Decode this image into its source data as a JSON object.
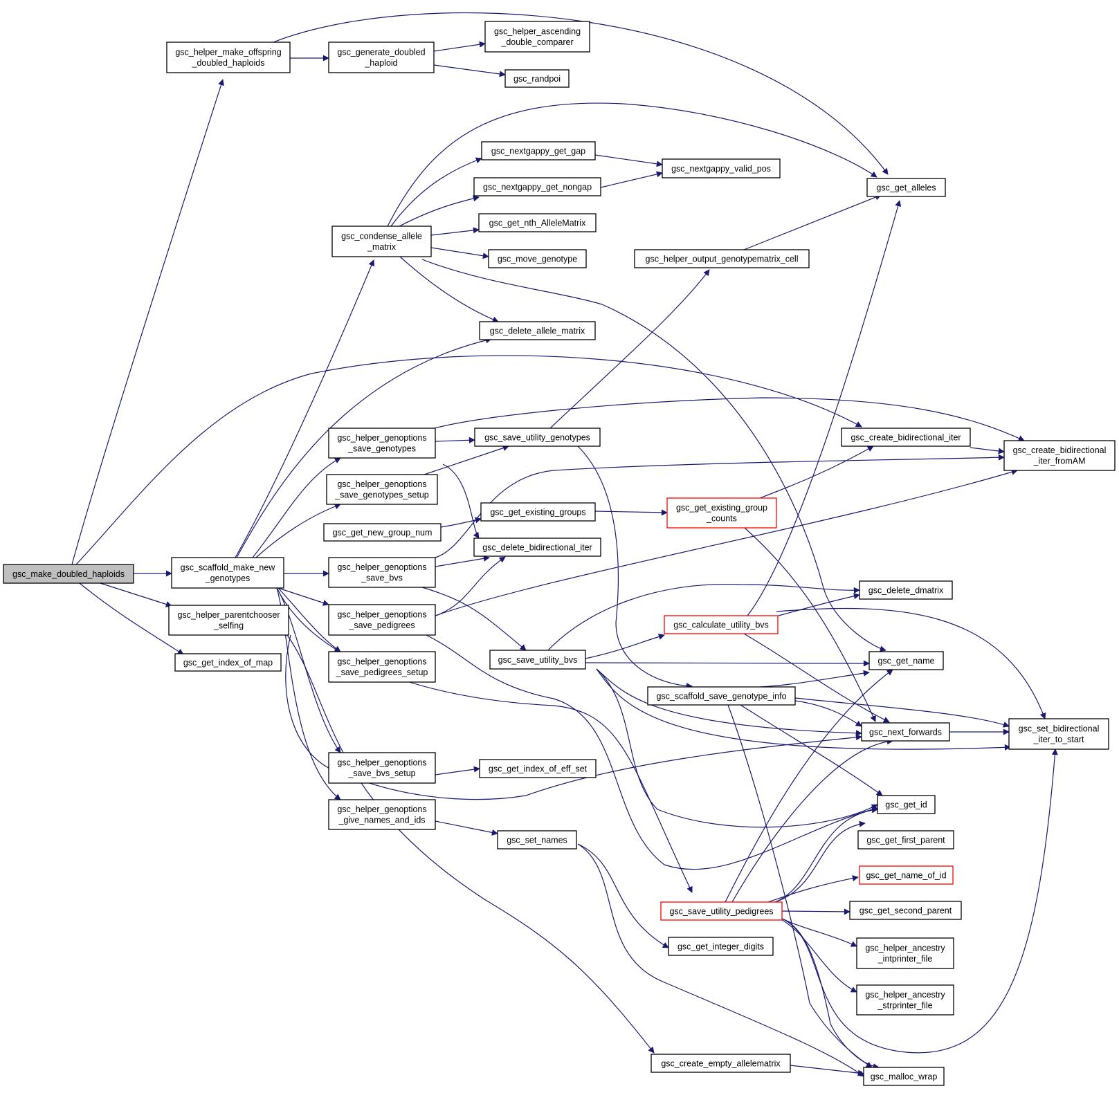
{
  "colors": {
    "edge": "#191970",
    "node_border": "#000000",
    "node_border_highlight": "#ff0000",
    "node_fill": "#ffffff",
    "root_fill": "#bfbfbf"
  },
  "nodes": [
    {
      "id": "root",
      "lines": [
        "gsc_make_doubled_haploids"
      ],
      "style": "root"
    },
    {
      "id": "scaffold_make",
      "lines": [
        "gsc_scaffold_make_new",
        "_genotypes"
      ]
    },
    {
      "id": "helper_offspring",
      "lines": [
        "gsc_helper_make_offspring",
        "_doubled_haploids"
      ]
    },
    {
      "id": "generate_dh",
      "lines": [
        "gsc_generate_doubled",
        "_haploid"
      ]
    },
    {
      "id": "asc_cmp",
      "lines": [
        "gsc_helper_ascending",
        "_double_comparer"
      ]
    },
    {
      "id": "randpoi",
      "lines": [
        "gsc_randpoi"
      ]
    },
    {
      "id": "parentchooser",
      "lines": [
        "gsc_helper_parentchooser",
        "_selfing"
      ]
    },
    {
      "id": "index_of_map",
      "lines": [
        "gsc_get_index_of_map"
      ]
    },
    {
      "id": "condense",
      "lines": [
        "gsc_condense_allele",
        "_matrix"
      ]
    },
    {
      "id": "get_gap",
      "lines": [
        "gsc_nextgappy_get_gap"
      ]
    },
    {
      "id": "get_nongap",
      "lines": [
        "gsc_nextgappy_get_nongap"
      ]
    },
    {
      "id": "valid_pos",
      "lines": [
        "gsc_nextgappy_valid_pos"
      ]
    },
    {
      "id": "nth_am",
      "lines": [
        "gsc_get_nth_AlleleMatrix"
      ]
    },
    {
      "id": "move_geno",
      "lines": [
        "gsc_move_genotype"
      ]
    },
    {
      "id": "del_am",
      "lines": [
        "gsc_delete_allele_matrix"
      ]
    },
    {
      "id": "get_alleles",
      "lines": [
        "gsc_get_alleles"
      ]
    },
    {
      "id": "out_cell",
      "lines": [
        "gsc_helper_output_genotypematrix_cell"
      ]
    },
    {
      "id": "go_save_geno",
      "lines": [
        "gsc_helper_genoptions",
        "_save_genotypes"
      ]
    },
    {
      "id": "save_util_geno",
      "lines": [
        "gsc_save_utility_genotypes"
      ]
    },
    {
      "id": "go_save_geno_setup",
      "lines": [
        "gsc_helper_genoptions",
        "_save_genotypes_setup"
      ]
    },
    {
      "id": "new_group",
      "lines": [
        "gsc_get_new_group_num"
      ]
    },
    {
      "id": "existing_groups",
      "lines": [
        "gsc_get_existing_groups"
      ]
    },
    {
      "id": "existing_counts",
      "lines": [
        "gsc_get_existing_group",
        "_counts"
      ],
      "style": "highlight"
    },
    {
      "id": "create_bi",
      "lines": [
        "gsc_create_bidirectional_iter"
      ]
    },
    {
      "id": "create_bi_am",
      "lines": [
        "gsc_create_bidirectional",
        "_iter_fromAM"
      ]
    },
    {
      "id": "go_save_bvs",
      "lines": [
        "gsc_helper_genoptions",
        "_save_bvs"
      ]
    },
    {
      "id": "del_bi",
      "lines": [
        "gsc_delete_bidirectional_iter"
      ]
    },
    {
      "id": "go_save_ped",
      "lines": [
        "gsc_helper_genoptions",
        "_save_pedigrees"
      ]
    },
    {
      "id": "del_dmatrix",
      "lines": [
        "gsc_delete_dmatrix"
      ]
    },
    {
      "id": "calc_bvs",
      "lines": [
        "gsc_calculate_utility_bvs"
      ],
      "style": "highlight"
    },
    {
      "id": "go_save_ped_setup",
      "lines": [
        "gsc_helper_genoptions",
        "_save_pedigrees_setup"
      ]
    },
    {
      "id": "save_util_bvs",
      "lines": [
        "gsc_save_utility_bvs"
      ]
    },
    {
      "id": "get_name",
      "lines": [
        "gsc_get_name"
      ]
    },
    {
      "id": "scaffold_save_info",
      "lines": [
        "gsc_scaffold_save_genotype_info"
      ]
    },
    {
      "id": "next_forwards",
      "lines": [
        "gsc_next_forwards"
      ]
    },
    {
      "id": "set_bi_start",
      "lines": [
        "gsc_set_bidirectional",
        "_iter_to_start"
      ]
    },
    {
      "id": "go_save_bvs_setup",
      "lines": [
        "gsc_helper_genoptions",
        "_save_bvs_setup"
      ]
    },
    {
      "id": "index_eff_set",
      "lines": [
        "gsc_get_index_of_eff_set"
      ]
    },
    {
      "id": "get_id",
      "lines": [
        "gsc_get_id"
      ]
    },
    {
      "id": "go_give_names",
      "lines": [
        "gsc_helper_genoptions",
        "_give_names_and_ids"
      ]
    },
    {
      "id": "set_names",
      "lines": [
        "gsc_set_names"
      ]
    },
    {
      "id": "first_parent",
      "lines": [
        "gsc_get_first_parent"
      ]
    },
    {
      "id": "name_of_id",
      "lines": [
        "gsc_get_name_of_id"
      ],
      "style": "highlight"
    },
    {
      "id": "save_util_ped",
      "lines": [
        "gsc_save_utility_pedigrees"
      ],
      "style": "highlight"
    },
    {
      "id": "second_parent",
      "lines": [
        "gsc_get_second_parent"
      ]
    },
    {
      "id": "int_digits",
      "lines": [
        "gsc_get_integer_digits"
      ]
    },
    {
      "id": "anc_int",
      "lines": [
        "gsc_helper_ancestry",
        "_intprinter_file"
      ]
    },
    {
      "id": "anc_str",
      "lines": [
        "gsc_helper_ancestry",
        "_strprinter_file"
      ]
    },
    {
      "id": "create_empty_am",
      "lines": [
        "gsc_create_empty_allelematrix"
      ]
    },
    {
      "id": "malloc_wrap",
      "lines": [
        "gsc_malloc_wrap"
      ]
    }
  ]
}
